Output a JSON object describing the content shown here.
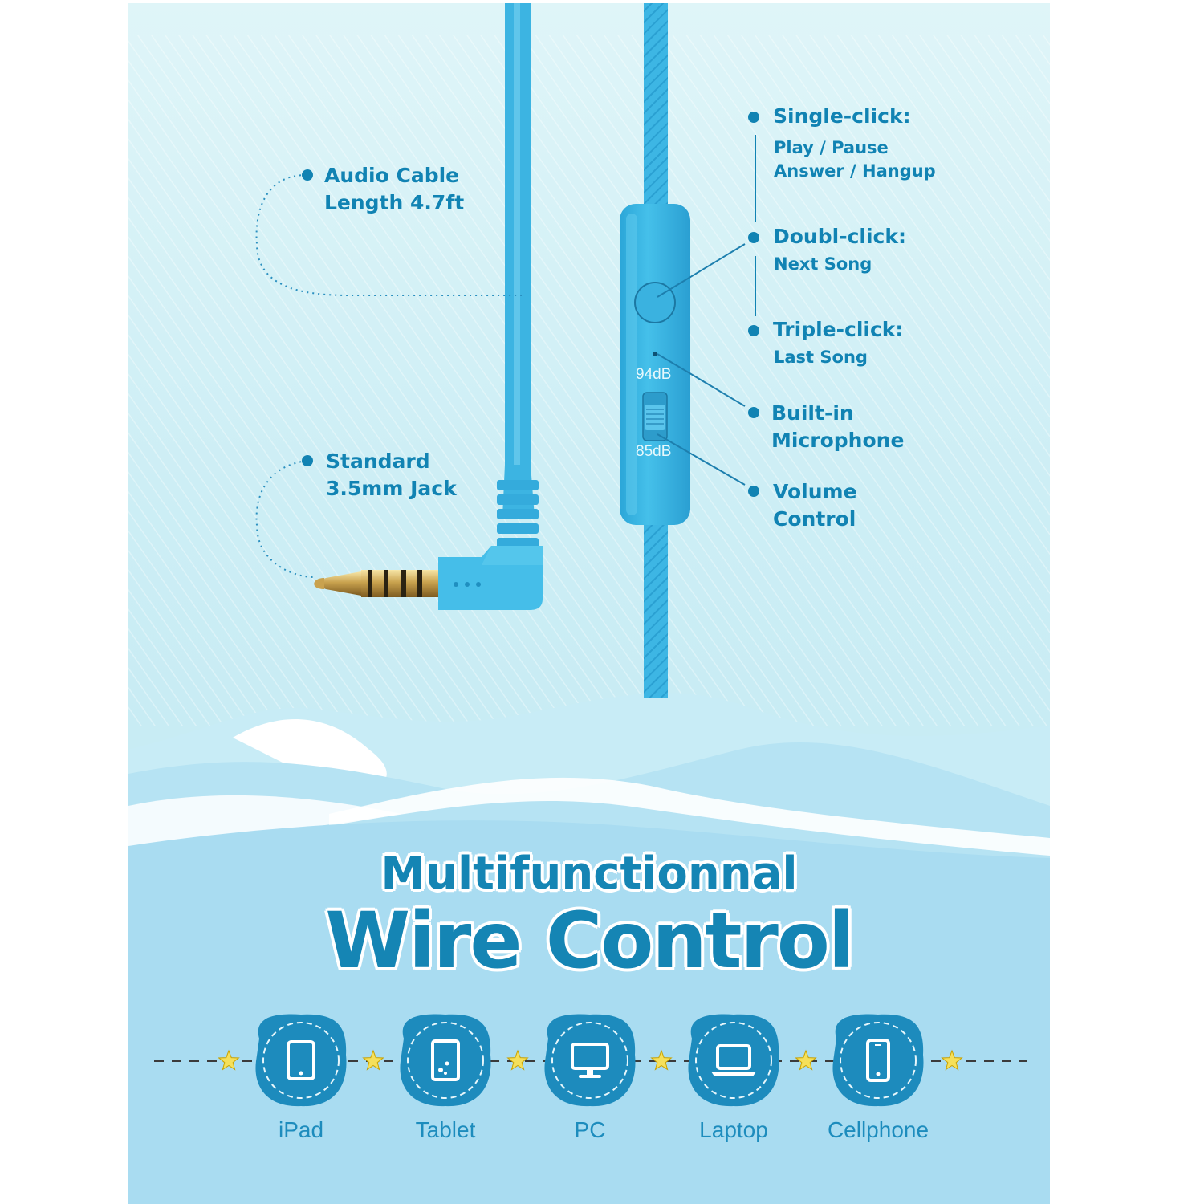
{
  "callouts": {
    "cable": [
      "Audio Cable",
      "Length 4.7ft"
    ],
    "jack": [
      "Standard",
      "3.5mm Jack"
    ]
  },
  "controls": {
    "single_click": {
      "title": "Single-click:",
      "lines": [
        "Play / Pause",
        "Answer / Hangup"
      ]
    },
    "double_click": {
      "title": "Doubl-click:",
      "lines": [
        "Next Song"
      ]
    },
    "triple_click": {
      "title": "Triple-click:",
      "lines": [
        "Last Song"
      ]
    },
    "microphone": [
      "Built-in",
      "Microphone"
    ],
    "volume": [
      "Volume",
      "Control"
    ]
  },
  "remote": {
    "db_high": "94dB",
    "db_low": "85dB"
  },
  "title": {
    "line1": "Multifunctionnal",
    "line2": "Wire Control"
  },
  "devices": [
    {
      "label": "iPad",
      "icon": "ipad-icon"
    },
    {
      "label": "Tablet",
      "icon": "tablet-icon"
    },
    {
      "label": "PC",
      "icon": "pc-icon"
    },
    {
      "label": "Laptop",
      "icon": "laptop-icon"
    },
    {
      "label": "Cellphone",
      "icon": "cellphone-icon"
    }
  ],
  "colors": {
    "text": "#1183b3",
    "cable": "#3fb8e6",
    "badge": "#1d8bbd",
    "star": "#f5e05a"
  }
}
